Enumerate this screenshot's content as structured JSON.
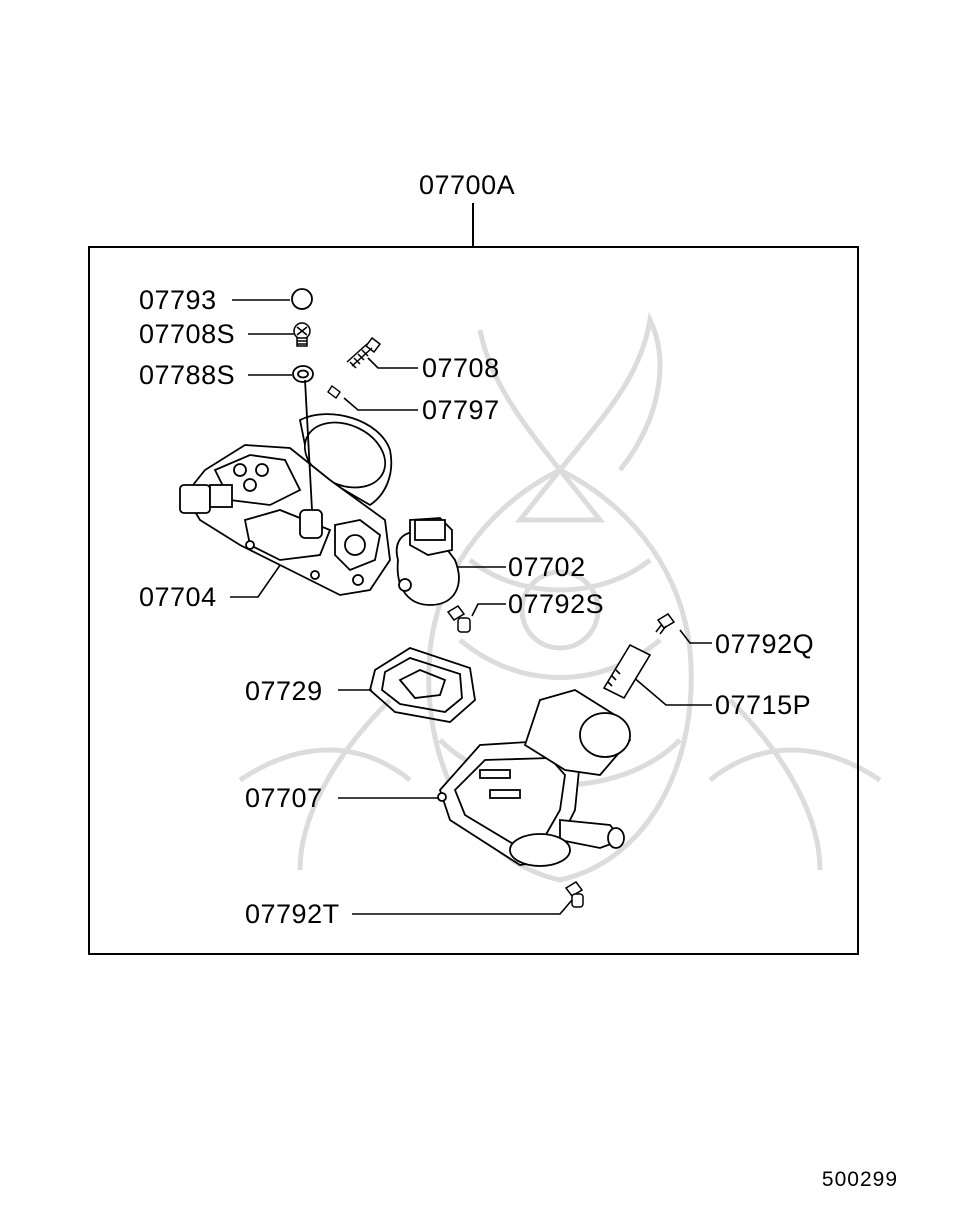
{
  "assembly": {
    "part_number": "07700A"
  },
  "callouts": [
    {
      "id": "07793"
    },
    {
      "id": "07708S"
    },
    {
      "id": "07788S"
    },
    {
      "id": "07708"
    },
    {
      "id": "07797"
    },
    {
      "id": "07704"
    },
    {
      "id": "07702"
    },
    {
      "id": "07792S"
    },
    {
      "id": "07792Q"
    },
    {
      "id": "07729"
    },
    {
      "id": "07715P"
    },
    {
      "id": "07707"
    },
    {
      "id": "07792T"
    }
  ],
  "diagram_id": "500299",
  "colors": {
    "line": "#000000",
    "watermark": "#d8d8d8",
    "background": "#ffffff"
  }
}
